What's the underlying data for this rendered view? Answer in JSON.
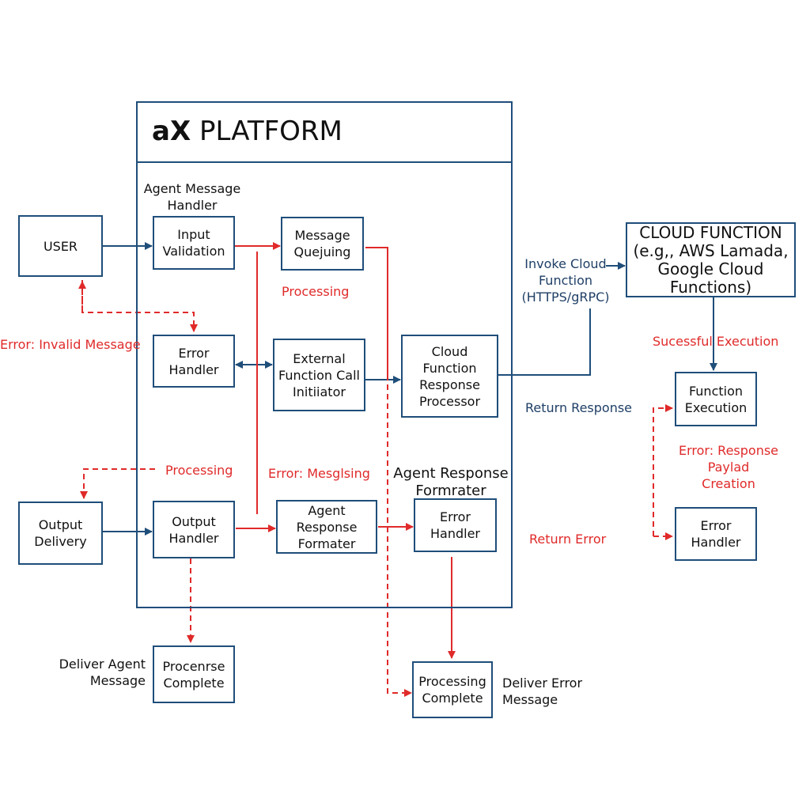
{
  "platform": {
    "title_prefix": "aX",
    "title_suffix": " PLATFORM"
  },
  "boxes": {
    "user": "USER",
    "input_validation": "Input\nValidation",
    "message_queuing": "Message\nQuejuing",
    "error_handler_left": "Error\nHandler",
    "external_function_call": "External\nFunction Call\nInitiiator",
    "cloud_response_processor": "Cloud Function\nResponse\nProcessor",
    "output_delivery": "Output\nDelivery",
    "output_handler": "Output\nHandler",
    "agent_response_formatter": "Agent Response\nFormater",
    "error_handler_middle": "Error\nHandler",
    "processing_complete_left": "Procenrse\nComplete",
    "processing_complete_right": "Processing\nComplete",
    "cloud_function": "CLOUD FUNCTION\n(e.g,, AWS Lamada,\nGoogle Cloud Functions)",
    "function_execution": "Function\nExecution",
    "error_handler_right": "Error\nHandler"
  },
  "labels": {
    "agent_message_handler": "Agent Message\nHandler",
    "processing_top": "Processing",
    "error_invalid_message": "Error: Invalid Message",
    "processing_left": "Processing",
    "error_messaging": "Error: Mesglsing",
    "agent_response_formatter_heading": "Agent Response\nFormrater",
    "invoke_cloud_function": "Invoke Cloud\nFunction\n(HTTPS/gRPC)",
    "successful_execution": "Sucessful Execution",
    "return_response": "Return Response",
    "error_response_payload": "Error: Response\nPaylad\nCreation",
    "return_error": "Return Error",
    "deliver_agent_message": "Deliver Agent\nMessage",
    "deliver_error_message": "Deliver Error\nMessage"
  },
  "colors": {
    "flow_navy": "#1f4e7a",
    "error_red": "#e02a2a",
    "text_navy": "#1f3f66"
  }
}
